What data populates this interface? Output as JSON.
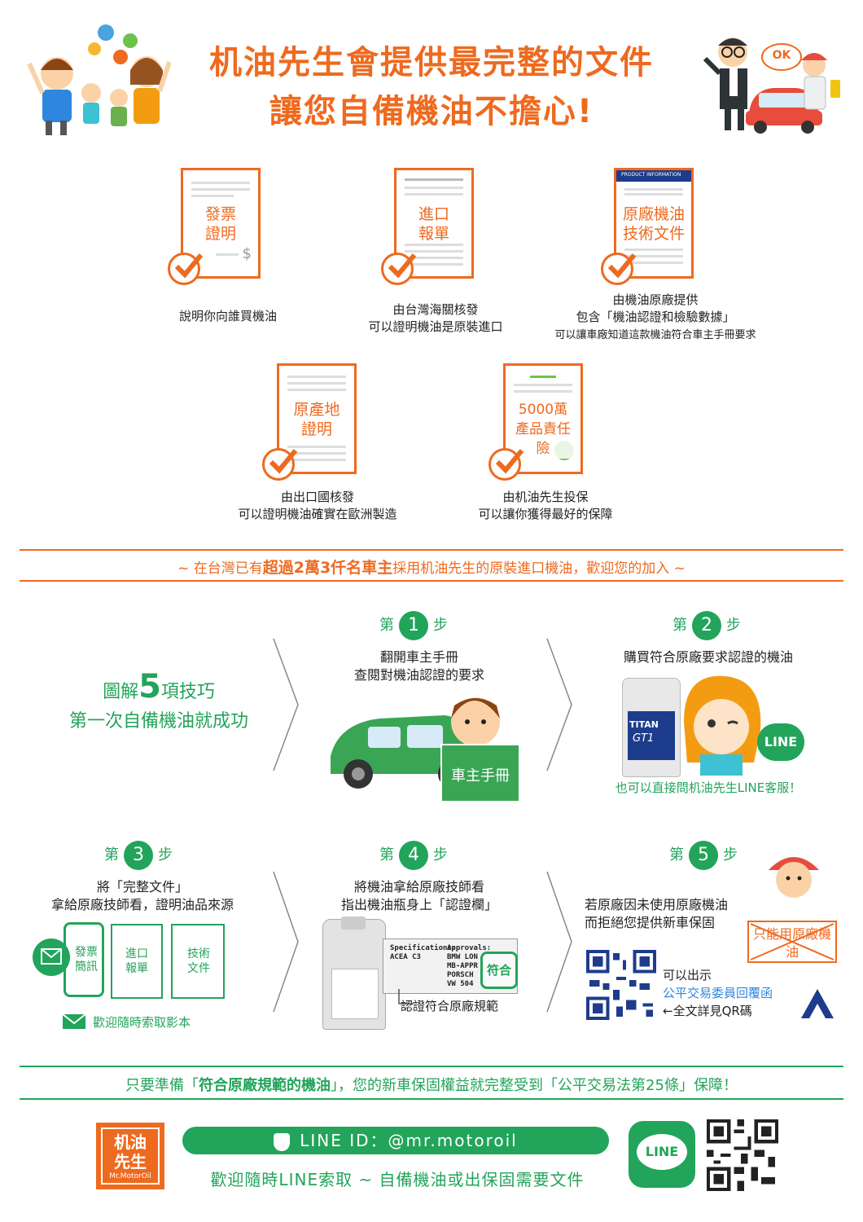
{
  "header": {
    "line1": "机油先生會提供最完整的文件",
    "line2": "讓您自備機油不擔心!",
    "ok_bubble": "OK"
  },
  "documents": [
    {
      "label_line1": "發票",
      "label_line2": "證明",
      "caption": [
        "說明你向誰買機油"
      ]
    },
    {
      "label_line1": "進口",
      "label_line2": "報單",
      "caption": [
        "由台灣海關核發",
        "可以證明機油是原裝進口"
      ]
    },
    {
      "label_line1": "原廠機油",
      "label_line2": "技術文件",
      "caption": [
        "由機油原廠提供",
        "包含「機油認證和檢驗數據」",
        "可以讓車廠知道這款機油符合車主手冊要求"
      ]
    },
    {
      "label_line1": "原產地",
      "label_line2": "證明",
      "caption": [
        "由出口國核發",
        "可以證明機油確實在歐洲製造"
      ]
    },
    {
      "label_line1": "5000萬",
      "label_line2": "產品責任險",
      "caption": [
        "由机油先生投保",
        "可以讓你獲得最好的保障"
      ]
    }
  ],
  "doc_extras": {
    "dollar_sign": "$",
    "doc3_heading": "PRODUCT INFORMATION"
  },
  "banner": {
    "prefix": "~ 在台灣已有",
    "highlight": "超過2萬3仟名車主",
    "suffix": "採用机油先生的原裝進口機油，歡迎您的加入 ~"
  },
  "tips": {
    "line1_prefix": "圖解",
    "line1_num": "5",
    "line1_suffix": "項技巧",
    "line2": "第一次自備機油就成功"
  },
  "steps": [
    {
      "pre": "第",
      "num": "1",
      "post": "步",
      "text": [
        "翻開車主手冊",
        "查閱對機油認證的要求"
      ],
      "book_label": "車主手冊"
    },
    {
      "pre": "第",
      "num": "2",
      "post": "步",
      "text": [
        "購買符合原廠要求認證的機油"
      ],
      "note": "也可以直接問机油先生LINE客服！",
      "line_badge": "LINE",
      "bottle_brand": "TITAN",
      "bottle_model": "GT1"
    },
    {
      "pre": "第",
      "num": "3",
      "post": "步",
      "text": [
        "將「完整文件」",
        "拿給原廠技師看，證明油品來源"
      ],
      "docs": [
        "發票簡訊",
        "進口報單",
        "技術文件"
      ],
      "mail_note": "歡迎隨時索取影本"
    },
    {
      "pre": "第",
      "num": "4",
      "post": "步",
      "text": [
        "將機油拿給原廠技師看",
        "指出機油瓶身上「認證欄」"
      ],
      "label_note": "認證符合原廠規範",
      "spec_lines": [
        "Specifications:",
        "ACEA C3"
      ],
      "approval_lines": [
        "Approvals:",
        "BMW LON",
        "MB-APPR",
        "PORSCH",
        "VW 504"
      ],
      "stamp": "符合"
    },
    {
      "pre": "第",
      "num": "5",
      "post": "步",
      "text": [
        "若原廠因未使用原廠機油",
        "而拒絕您提供新車保固"
      ],
      "sign": "只能用原廠機油",
      "qr_text": [
        "可以出示",
        "公平交易委員回覆函",
        "←全文詳見QR碼"
      ]
    }
  ],
  "bottom_banner": {
    "prefix": "只要準備「",
    "highlight": "符合原廠規範的機油",
    "suffix": "」，您的新車保固權益就完整受到「公平交易法第25條」保障！"
  },
  "footer": {
    "logo_line1": "机油",
    "logo_line2": "先生",
    "logo_line3": "Mr.MotorOil",
    "line_id": "LINE ID：@mr.motoroil",
    "tagline": "歡迎隨時LINE索取 ~ 自備機油或出保固需要文件",
    "line_btn": "LINE"
  },
  "colors": {
    "orange": "#ee6a1f",
    "green": "#22a45a"
  }
}
